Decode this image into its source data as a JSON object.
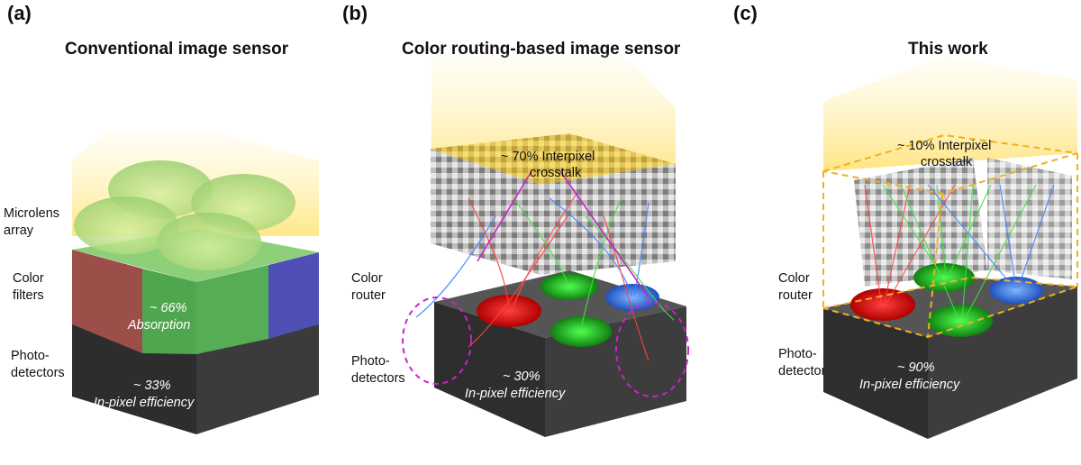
{
  "panels": [
    {
      "label": "(a)",
      "title": "Conventional image sensor",
      "side_labels": [
        "Microlens array",
        "Color filters",
        "Photo-detectors"
      ],
      "layer_notes": [
        "~ 66% Absorption",
        "~ 33% In-pixel efficiency"
      ]
    },
    {
      "label": "(b)",
      "title": "Color routing-based image sensor",
      "side_labels": [
        "Color router",
        "Photo-detectors"
      ],
      "crosstalk": "~ 70% Interpixel crosstalk",
      "efficiency": "~ 30% In-pixel efficiency"
    },
    {
      "label": "(c)",
      "title": "This work",
      "side_labels": [
        "Color router",
        "Photo-detectors"
      ],
      "crosstalk": "~ 10% Interpixel crosstalk",
      "efficiency": "~ 90% In-pixel efficiency"
    }
  ],
  "colors": {
    "light": "#ffe680",
    "red_filter": "#a0504a",
    "green_filter": "#4fa64f",
    "blue_filter": "#5050b8",
    "detector": "#333333",
    "crosstalk_line": "#cc22cc"
  }
}
